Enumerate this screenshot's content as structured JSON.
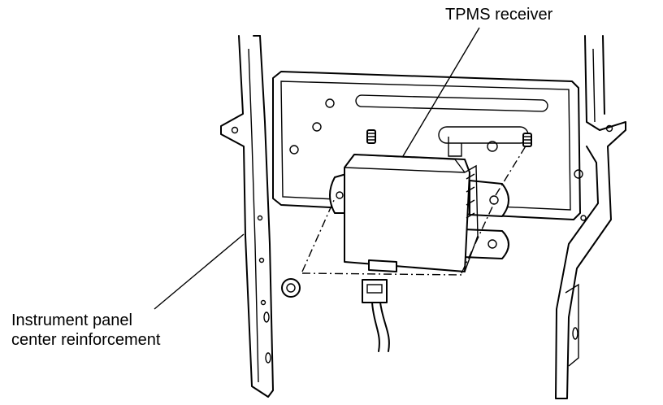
{
  "callouts": {
    "tpms_receiver": "TPMS receiver",
    "ip_reinforcement_line1": "Instrument panel",
    "ip_reinforcement_line2": "center reinforcement"
  },
  "colors": {
    "ink": "#000000",
    "paper": "#ffffff"
  }
}
